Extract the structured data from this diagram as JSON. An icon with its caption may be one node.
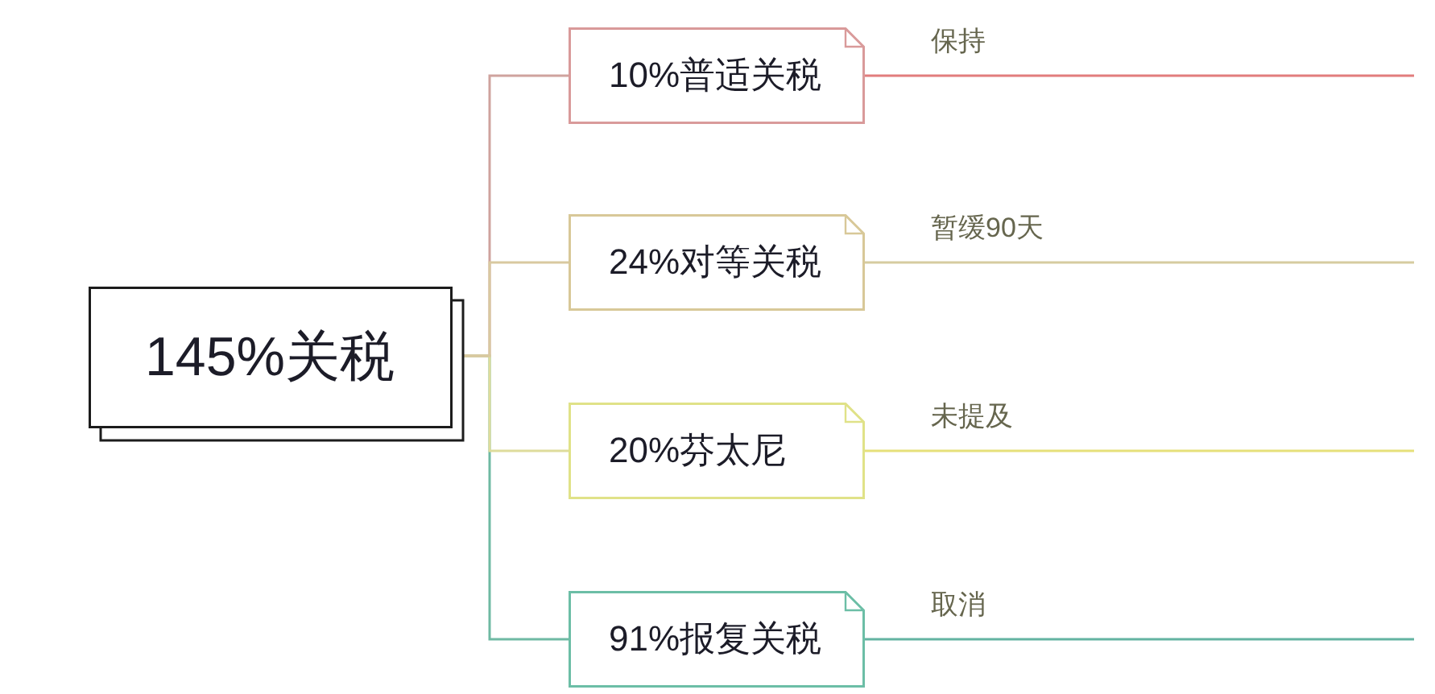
{
  "diagram": {
    "nodes": [
      {
        "text": [
          "145%关税"
        ]
      },
      {
        "text": [
          "10%普适关税"
        ]
      },
      {
        "text": [
          "24%对等关税"
        ]
      },
      {
        "text": [
          "20%芬太尼"
        ]
      },
      {
        "text": [
          "91%报复关税"
        ]
      }
    ],
    "edges": [
      {
        "from": 0,
        "to": 1,
        "arrow": "none",
        "color": "#cfa39e"
      },
      {
        "from": 0,
        "to": 2,
        "arrow": "none",
        "color": "#d9c9a0"
      },
      {
        "from": 0,
        "to": 3,
        "arrow": "none",
        "color": "#dedc9c"
      },
      {
        "from": 0,
        "to": 4,
        "arrow": "none",
        "color": "#6fb9a3"
      },
      {
        "from": 1,
        "to": null,
        "arrow": "none",
        "label": "保持",
        "color": "#e27d7d"
      },
      {
        "from": 2,
        "to": null,
        "arrow": "none",
        "label": "暂缓90天",
        "color": "#d6cca0"
      },
      {
        "from": 3,
        "to": null,
        "arrow": "none",
        "label": "未提及",
        "color": "#e6e07a"
      },
      {
        "from": 4,
        "to": null,
        "arrow": "none",
        "label": "取消",
        "color": "#63b3a1"
      }
    ]
  }
}
